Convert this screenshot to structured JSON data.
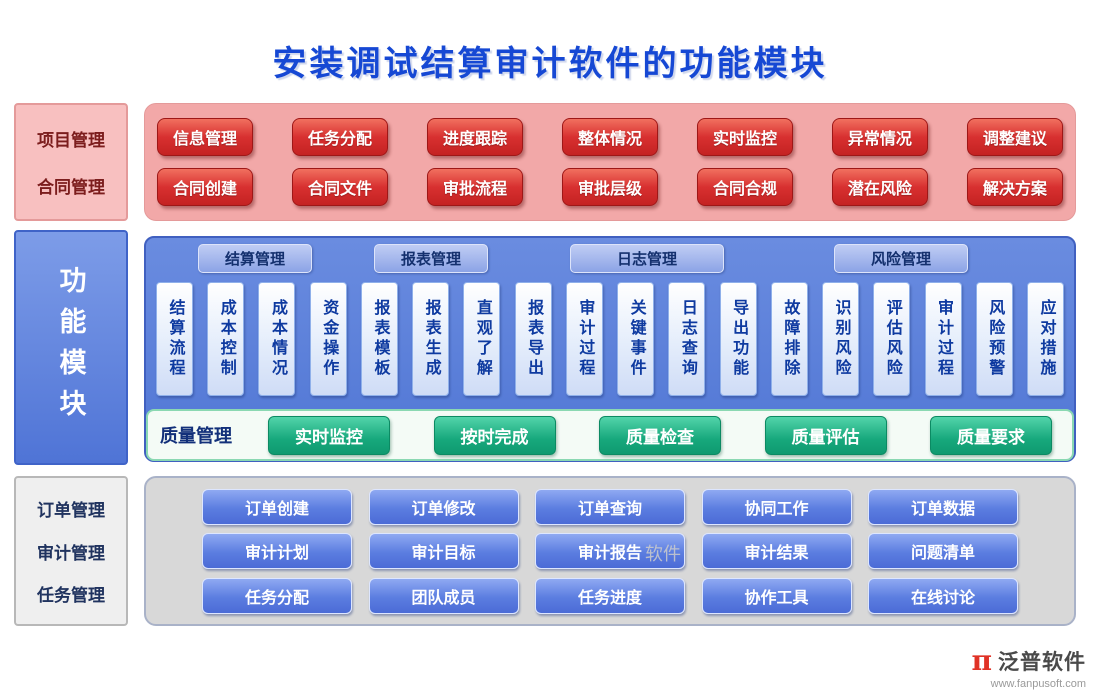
{
  "title": "安装调试结算审计软件的功能模块",
  "colors": {
    "title_blue": "#1648d4",
    "chip_red": "#d83030",
    "panel_pink": "#f2a8a8",
    "panel_blue": "#5b80d8",
    "chip_green": "#17a87c",
    "chip_blue": "#5b7de0",
    "panel_gray": "#d8d8d8"
  },
  "top": {
    "sidebar": [
      "项目管理",
      "合同管理"
    ],
    "row1": [
      "信息管理",
      "任务分配",
      "进度跟踪",
      "整体情况",
      "实时监控",
      "异常情况",
      "调整建议"
    ],
    "row2": [
      "合同创建",
      "合同文件",
      "审批流程",
      "审批层级",
      "合同合规",
      "潜在风险",
      "解决方案"
    ]
  },
  "middle": {
    "sidebar_label": "功能模块",
    "tabs": [
      "结算管理",
      "报表管理",
      "日志管理",
      "风险管理"
    ],
    "boxes": [
      "结算流程",
      "成本控制",
      "成本情况",
      "资金操作",
      "报表模板",
      "报表生成",
      "直观了解",
      "报表导出",
      "审计过程",
      "关键事件",
      "日志查询",
      "导出功能",
      "故障排除",
      "识别风险",
      "评估风险",
      "审计过程",
      "风险预警",
      "应对措施"
    ],
    "quality": {
      "label": "质量管理",
      "buttons": [
        "实时监控",
        "按时完成",
        "质量检查",
        "质量评估",
        "质量要求"
      ]
    }
  },
  "bottom": {
    "sidebar": [
      "订单管理",
      "审计管理",
      "任务管理"
    ],
    "rows": [
      [
        "订单创建",
        "订单修改",
        "订单查询",
        "协同工作",
        "订单数据"
      ],
      [
        "审计计划",
        "审计目标",
        "审计报告",
        "审计结果",
        "问题清单"
      ],
      [
        "任务分配",
        "团队成员",
        "任务进度",
        "协作工具",
        "在线讨论"
      ]
    ]
  },
  "watermark": "软件",
  "footer": {
    "brand": "泛普软件",
    "url": "www.fanpusoft.com"
  }
}
